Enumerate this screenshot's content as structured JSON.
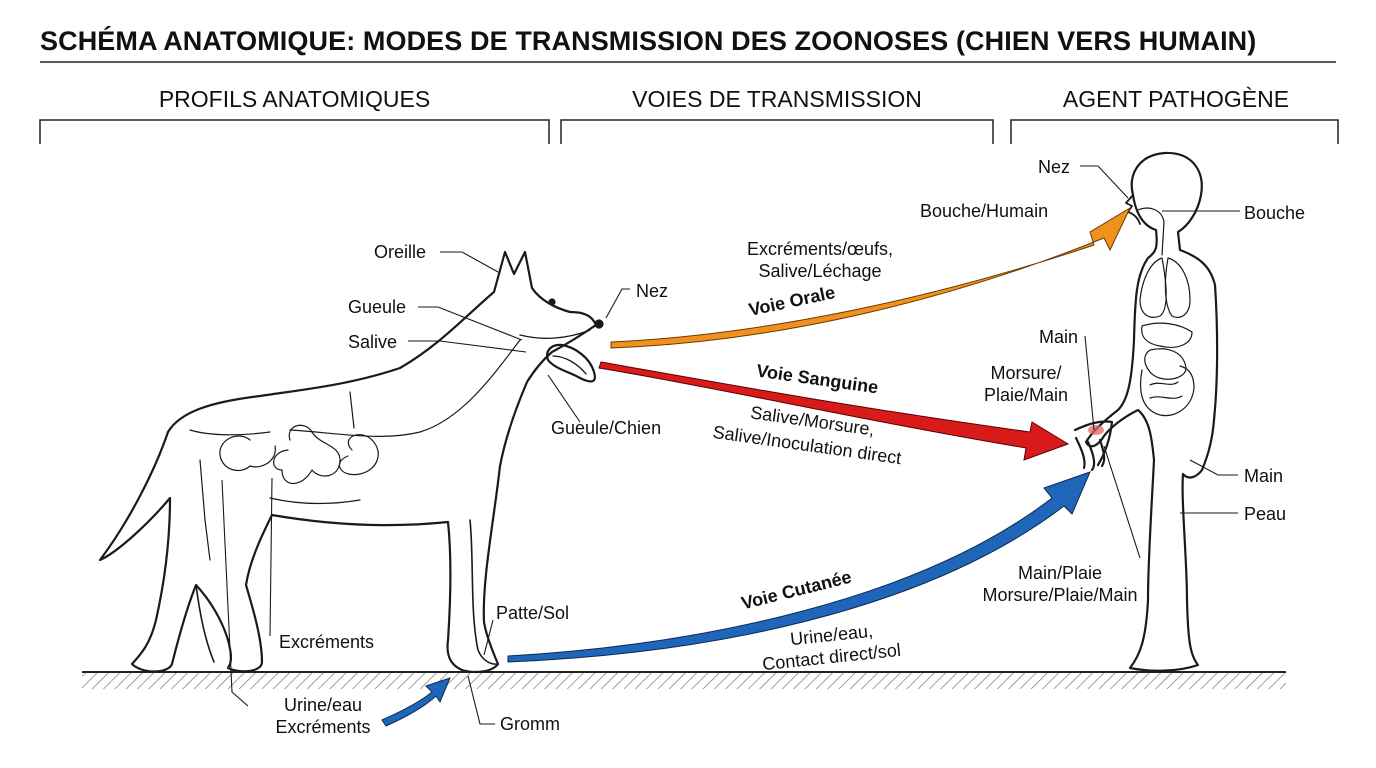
{
  "title": "SCHÉMA ANATOMIQUE: MODES DE TRANSMISSION DES ZOONOSES (CHIEN VERS HUMAIN)",
  "sections": {
    "profils": "PROFILS ANATOMIQUES",
    "voies": "VOIES DE TRANSMISSION",
    "agent": "AGENT PATHOGÈNE"
  },
  "dog_labels": {
    "oreille": "Oreille",
    "gueule": "Gueule",
    "salive": "Salive",
    "nez": "Nez",
    "gueule_chien": "Gueule/Chien",
    "excrements": "Excréments",
    "patte_sol": "Patte/Sol",
    "urine_eau": "Urine/eau",
    "excrements_bottom": "Excréments",
    "gromm": "Gromm"
  },
  "routes": {
    "orale": {
      "name": "Voie Orale",
      "line1": "Excréments/œufs,",
      "line2": "Salive/Léchage",
      "color": "#f0901e"
    },
    "sanguine": {
      "name": "Voie Sanguine",
      "line1": "Salive/Morsure,",
      "line2": "Salive/Inoculation direct",
      "color": "#d81a1a"
    },
    "cutanee": {
      "name": "Voie Cutanée",
      "line1": "Urine/eau,",
      "line2": "Contact direct/sol",
      "color": "#1f66b8"
    }
  },
  "human_labels": {
    "nez": "Nez",
    "bouche_humain": "Bouche/Humain",
    "bouche": "Bouche",
    "main_top": "Main",
    "morsure_line1": "Morsure/",
    "morsure_line2": "Plaie/Main",
    "main_right": "Main",
    "peau": "Peau",
    "main_plaie_line1": "Main/Plaie",
    "main_plaie_line2": "Morsure/Plaie/Main"
  }
}
